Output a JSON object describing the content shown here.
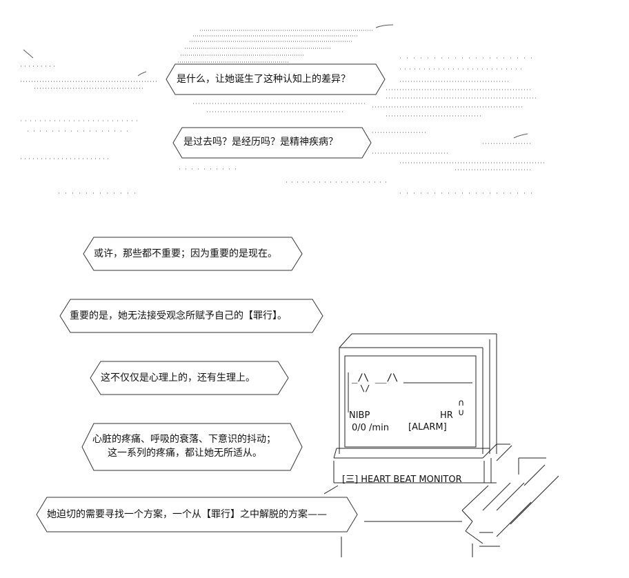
{
  "bubbles": [
    {
      "text": "是什么，让她诞生了这种认知上的差异？"
    },
    {
      "text": "是过去吗？是经历吗？是精神疾病？"
    },
    {
      "text": "或许，那些都不重要；因为重要的是现在。"
    },
    {
      "text": "重要的是，她无法接受观念所赋予自己的【罪行】。"
    },
    {
      "text": "这不仅仅是心理上的，还有生理上。"
    },
    {
      "line1": "心脏的疼痛、呼吸的衰落、下意识的抖动；",
      "line2": "这一系列的疼痛，都让她无所适从。"
    },
    {
      "text": "她迫切的需要寻找一个方案，一个从【罪行】之中解脱的方案——"
    }
  ],
  "monitor": {
    "nibp_label": "NIBP",
    "hr_label": "HR",
    "reading": "0/0 /min",
    "alarm": "[ALARM]",
    "caption": "[三] HEART BEAT MONITOR",
    "wave_glyphs": "_/\\   __/\\",
    "wave_v": "\\/",
    "heart_symbols": "∩ ∪"
  }
}
